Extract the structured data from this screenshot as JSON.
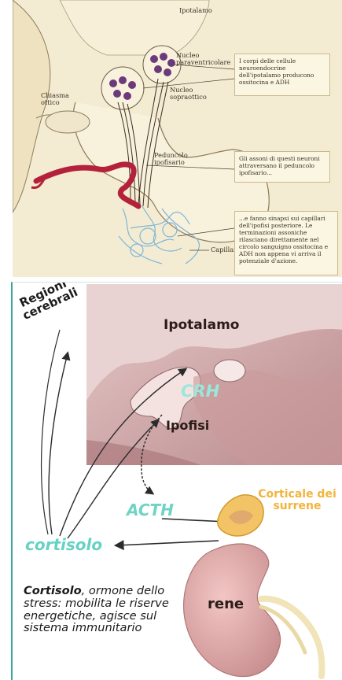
{
  "top": {
    "labels": {
      "ipotalamo": "Ipotalamo",
      "chiasma": "Chiasma ottico",
      "nucleo_para": "Nucleo paraventricolare",
      "nucleo_sopra": "Nucleo sopraottico",
      "peduncolo": "Peduncolo ipofisario",
      "capillari": "Capillari"
    },
    "callouts": [
      "I corpi delle cellule neuroendocrine dell'ipotalamo producono ossitocina e ADH",
      "Gli assoni di questi neuroni attraversano il peduncolo ipofisario...",
      "...e fanno sinapsi sui capillari dell'ipofisi posteriore. Le terminazioni assoniche rilasciano direttamente nel circolo sanguigno ossitocina e ADH non appena vi arriva il potenziale d'azione."
    ]
  },
  "bottom": {
    "labels": {
      "regioni": "Regioni cerebrali",
      "ipotalamo": "Ipotalamo",
      "crh": "CRH",
      "ipofisi": "Ipofisi",
      "acth": "ACTH",
      "corticale": "Corticale dei surrene",
      "cortisolo": "cortisolo",
      "rene": "rene"
    },
    "description": {
      "bold": "Cortisolo",
      "rest": ", ormone dello stress: mobilita le riserve energetiche, agisce sul sistema immunitario"
    }
  },
  "colors": {
    "hormone_teal": "#6fd3c5",
    "cortex_orange": "#f2b43a",
    "top_background": "#f4ecd2",
    "border_teal": "#3aa89a"
  }
}
